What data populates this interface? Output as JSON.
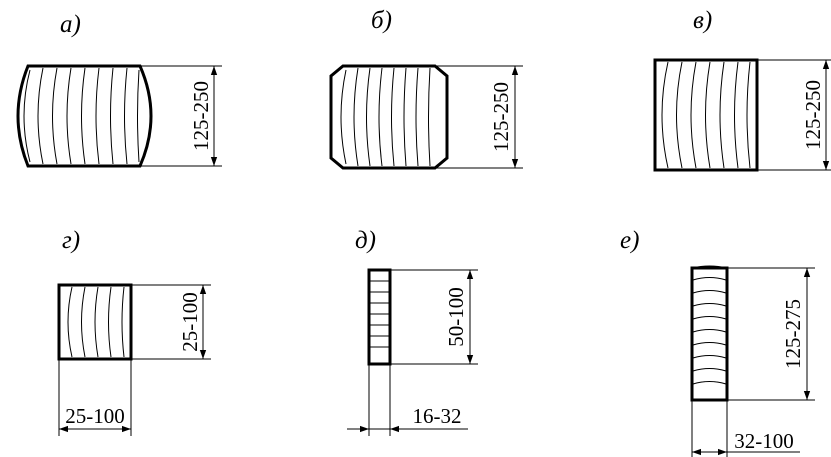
{
  "panels": [
    {
      "letter": "а)",
      "dimension": "125-250"
    },
    {
      "letter": "б)",
      "dimension": "125-250"
    },
    {
      "letter": "в)",
      "dimension": "125-250"
    },
    {
      "letter": "г)",
      "dimension_vertical": "25-100",
      "dimension_horizontal": "25-100"
    },
    {
      "letter": "д)",
      "dimension_vertical": "50-100",
      "dimension_horizontal": "16-32"
    },
    {
      "letter": "е)",
      "dimension_vertical": "125-275",
      "dimension_horizontal": "32-100"
    }
  ]
}
